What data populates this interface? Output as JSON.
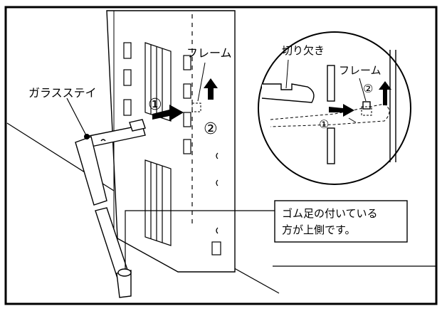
{
  "figure": {
    "labels": {
      "glass_stay": "ガラスステイ",
      "frame_main": "フレーム",
      "notch": "切り欠き",
      "frame_inset": "フレーム",
      "step1_main": "①",
      "step2_main": "②",
      "step1_inset": "①",
      "step2_inset": "②"
    },
    "callout": {
      "line1": "ゴム足の付いている",
      "line2": "方が上側です。"
    }
  }
}
